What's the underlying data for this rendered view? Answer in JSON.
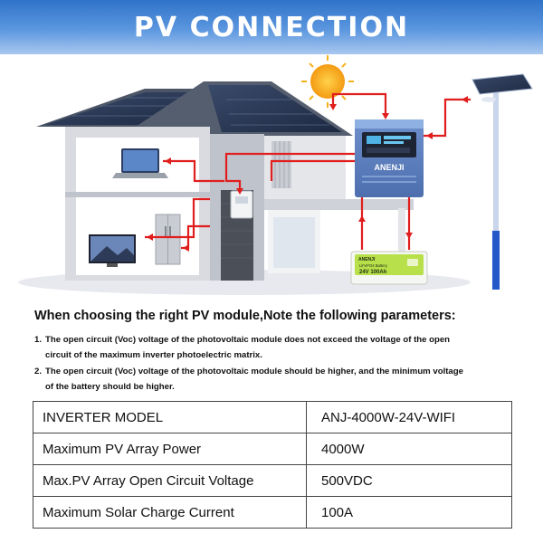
{
  "banner": {
    "title": "PV CONNECTION"
  },
  "scene": {
    "inverter_brand": "ANENJI",
    "battery_brand": "ANENJI",
    "battery_line1": "LiFePO4 Battery",
    "battery_capacity": "24V 100Ah",
    "colors": {
      "wire": "#e01e1e",
      "sun": "#f6b21a",
      "inverter_body": "#5a7fc0",
      "battery_label": "#b8e04a"
    }
  },
  "heading": "When choosing the right PV module,Note the following parameters:",
  "notes": [
    {
      "num": "1.",
      "line1": "The open circuit (Voc) voltage of the photovoltaic module does not exceed the voltage of the open",
      "line2": "circuit of the maximum inverter photoelectric matrix."
    },
    {
      "num": "2.",
      "line1": "The open circuit (Voc) voltage of the photovoltaic module should be higher, and the minimum voltage",
      "line2": "of the battery should be higher."
    }
  ],
  "table": {
    "rows": [
      {
        "label": "INVERTER MODEL",
        "value": "ANJ-4000W-24V-WIFI"
      },
      {
        "label": "Maximum PV Array Power",
        "value": "4000W"
      },
      {
        "label": "Max.PV Array Open Circuit Voltage",
        "value": "500VDC"
      },
      {
        "label": "Maximum Solar Charge Current",
        "value": "100A"
      }
    ]
  }
}
